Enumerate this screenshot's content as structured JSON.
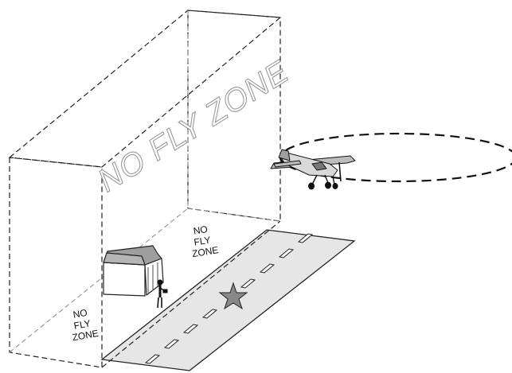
{
  "labels": {
    "wall": "NO FLY ZONE",
    "ground_zone_1": [
      "NO",
      "FLY",
      "ZONE"
    ],
    "ground_zone_2": [
      "NO",
      "FLY",
      "ZONE"
    ]
  },
  "colors": {
    "outline": "#222222",
    "runway_fill": "#e6e6e6",
    "barn_roof": "#9e9e9e",
    "star_fill": "#888888"
  }
}
